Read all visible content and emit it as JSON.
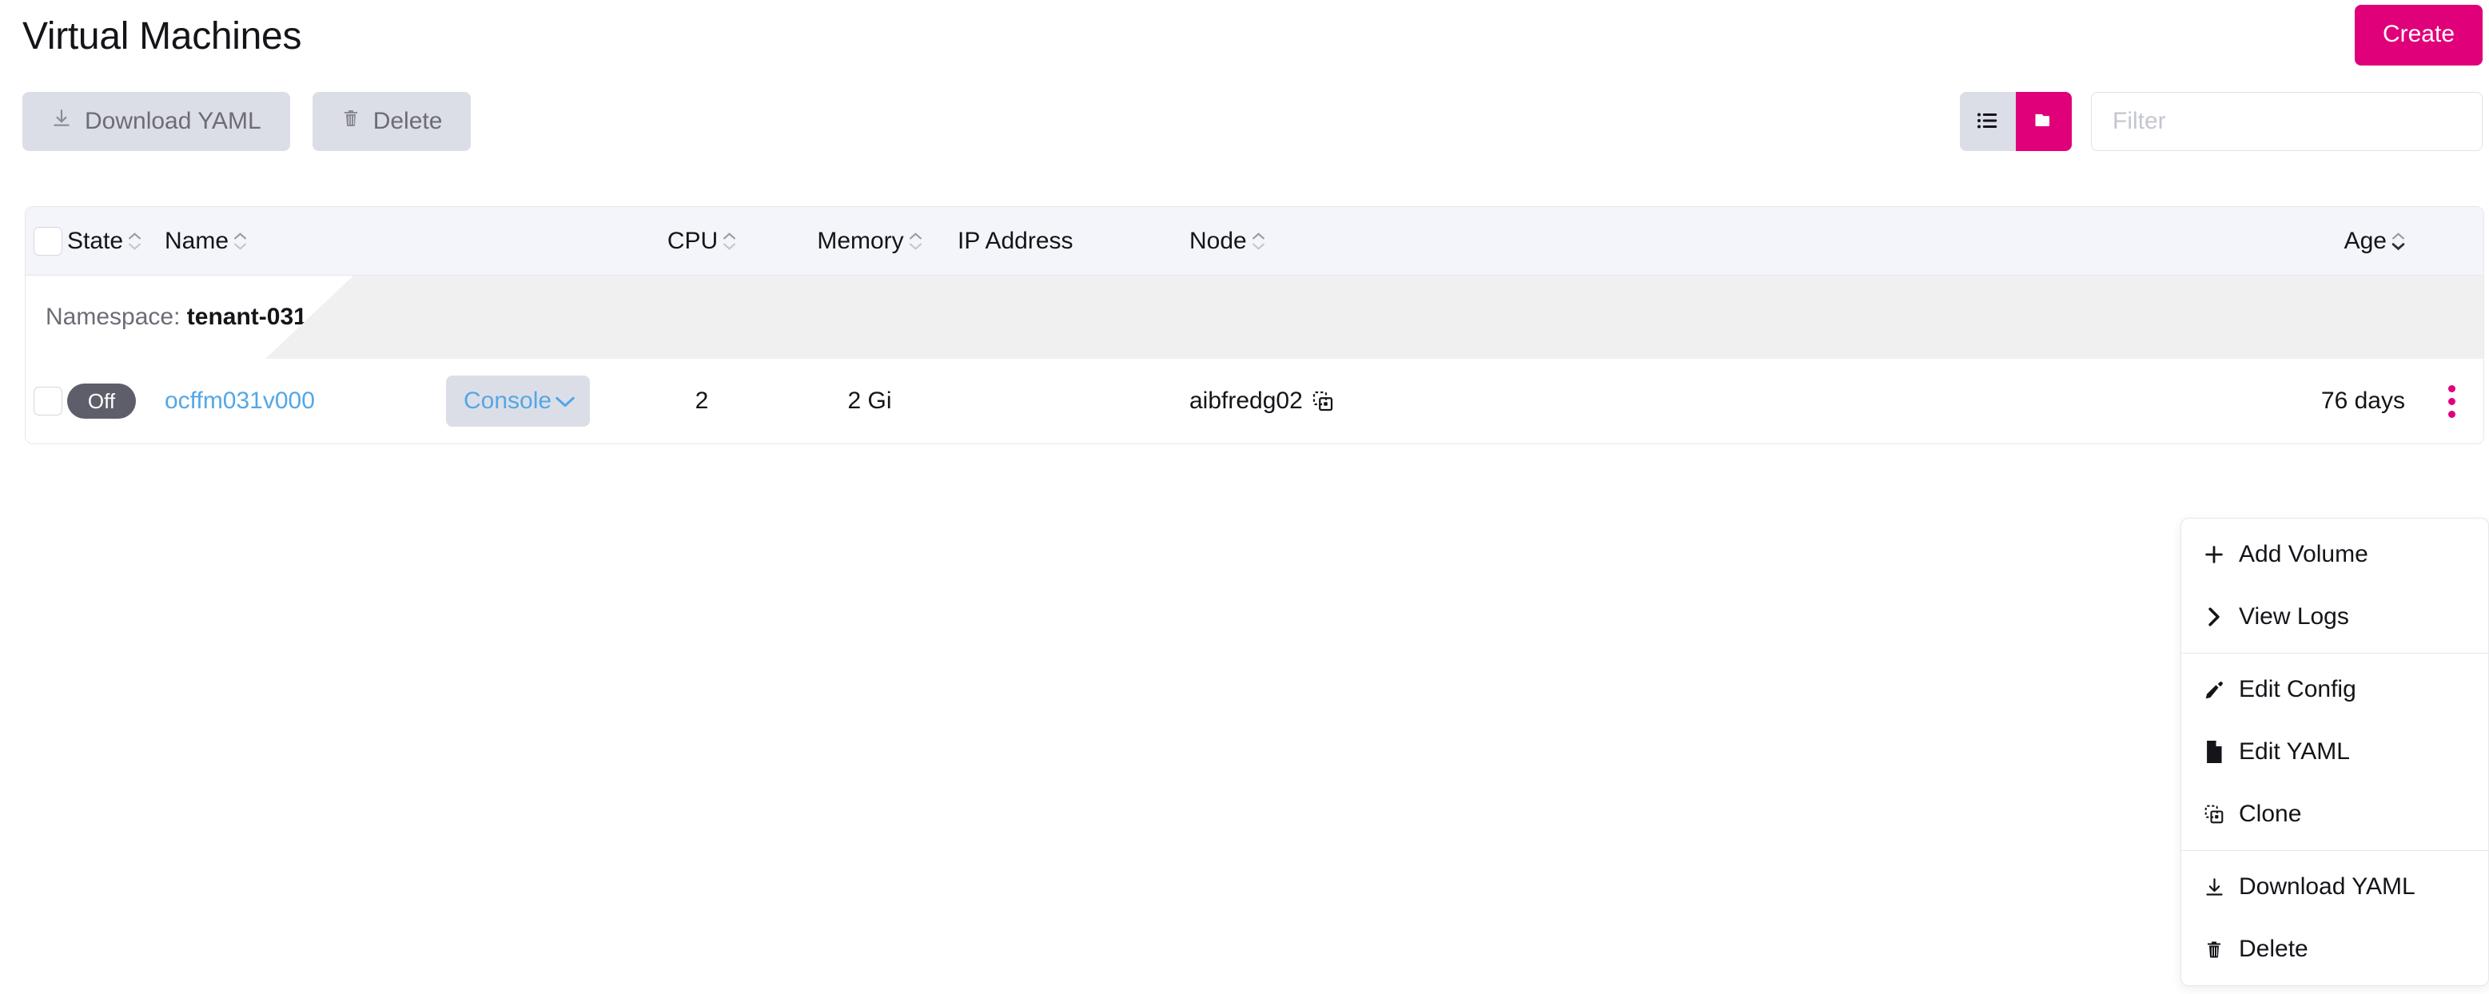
{
  "header": {
    "title": "Virtual Machines",
    "create_label": "Create"
  },
  "toolbar": {
    "download_yaml_label": "Download YAML",
    "delete_label": "Delete",
    "download_icon": "download-icon",
    "delete_icon": "trash-icon",
    "view_list_icon": "list-view-icon",
    "view_group_icon": "group-view-icon",
    "filter_placeholder": "Filter",
    "filter_value": ""
  },
  "colors": {
    "accent": "#E0007A",
    "link": "#54A7E6",
    "badge_off": "#5E5E6B",
    "button_secondary": "#DCDEE7",
    "header_row": "#F4F5FA",
    "group_band": "#F0F0F0",
    "border": "#E7E7EC"
  },
  "table": {
    "columns": [
      {
        "key": "state",
        "label": "State",
        "sortable": true
      },
      {
        "key": "name",
        "label": "Name",
        "sortable": true
      },
      {
        "key": "console",
        "label": "",
        "sortable": false
      },
      {
        "key": "cpu",
        "label": "CPU",
        "sortable": true
      },
      {
        "key": "memory",
        "label": "Memory",
        "sortable": true
      },
      {
        "key": "ip",
        "label": "IP Address",
        "sortable": false
      },
      {
        "key": "node",
        "label": "Node",
        "sortable": true
      },
      {
        "key": "age",
        "label": "Age",
        "sortable": true,
        "sorted": "desc"
      }
    ],
    "groups": [
      {
        "label_prefix": "Namespace:",
        "label_value": "tenant-031",
        "rows": [
          {
            "state": "Off",
            "name": "ocffm031v000",
            "console_label": "Console",
            "cpu": "2",
            "memory": "2 Gi",
            "ip": "",
            "node": "aibfredg02",
            "node_copy_icon": "copy-icon",
            "age": "76 days",
            "kebab_icon": "kebab-menu-icon"
          }
        ]
      }
    ]
  },
  "row_menu": {
    "groups": [
      [
        {
          "label": "Add Volume",
          "icon": "plus-icon"
        },
        {
          "label": "View Logs",
          "icon": "chevron-right-icon"
        }
      ],
      [
        {
          "label": "Edit Config",
          "icon": "pencil-icon"
        },
        {
          "label": "Edit YAML",
          "icon": "file-icon"
        },
        {
          "label": "Clone",
          "icon": "copy-icon"
        }
      ],
      [
        {
          "label": "Download YAML",
          "icon": "download-icon"
        },
        {
          "label": "Delete",
          "icon": "trash-icon"
        }
      ]
    ]
  }
}
